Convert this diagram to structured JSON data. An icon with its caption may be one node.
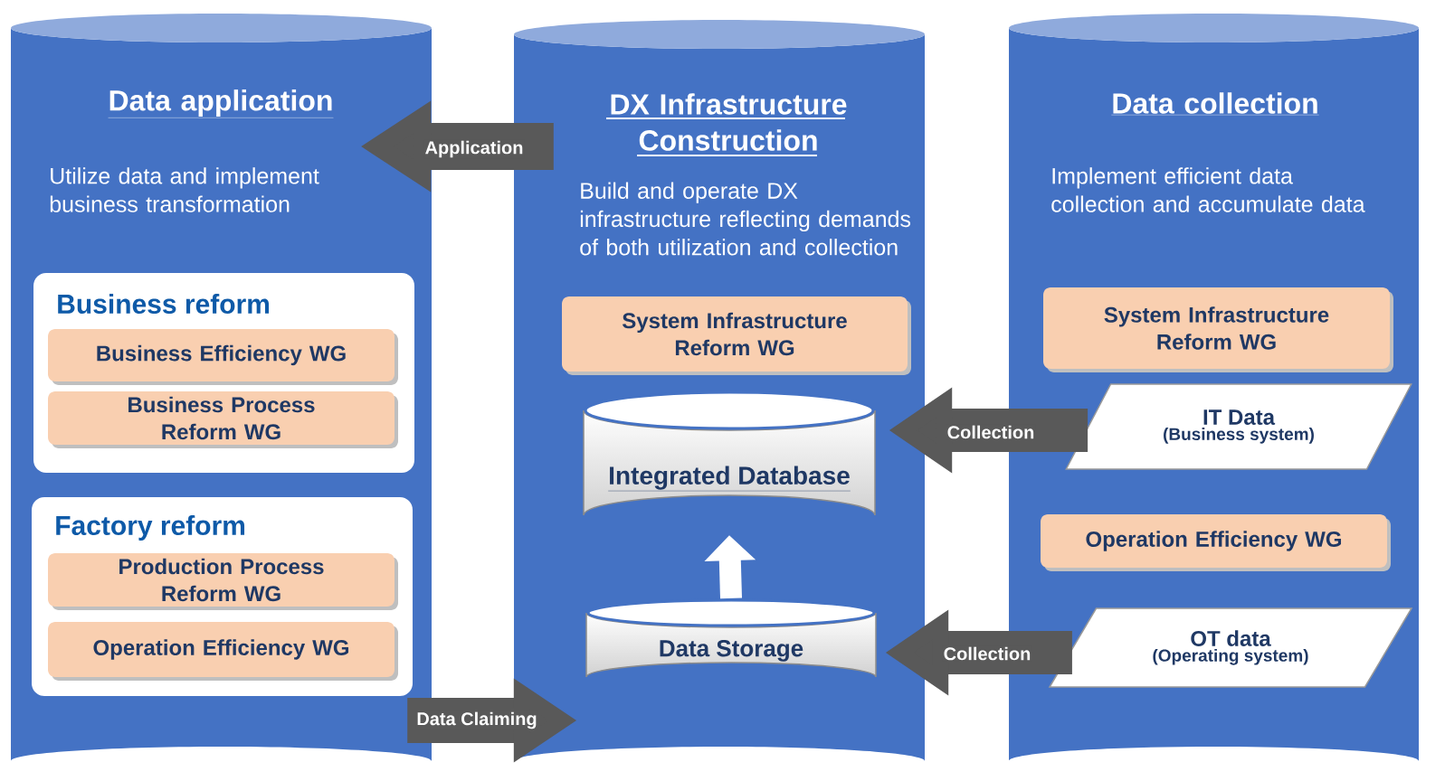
{
  "diagram": {
    "nodes": [
      {
        "text": [
          "Data application",
          "Utilize data and implement business transformation"
        ]
      },
      {
        "text": [
          "Business reform"
        ],
        "in": 0
      },
      {
        "text": [
          "Business Efficiency WG"
        ],
        "in": 1
      },
      {
        "text": [
          "Business Process Reform WG"
        ],
        "in": 1
      },
      {
        "text": [
          "Factory reform"
        ],
        "in": 0
      },
      {
        "text": [
          "Production Process Reform WG"
        ],
        "in": 4
      },
      {
        "text": [
          "Operation Efficiency WG"
        ],
        "in": 4
      },
      {
        "text": [
          "DX Infrastructure Construction",
          "Build and operate DX infrastructure reflecting demands of both utilization and collection"
        ]
      },
      {
        "text": [
          "System Infrastructure Reform WG"
        ],
        "in": 7
      },
      {
        "text": [
          "Integrated Database"
        ],
        "in": 7
      },
      {
        "text": [
          "Data Storage"
        ],
        "in": 7
      },
      {
        "text": [
          "Data collection",
          "Implement efficient data collection and accumulate data"
        ]
      },
      {
        "text": [
          "System Infrastructure Reform WG"
        ],
        "in": 11
      },
      {
        "text": [
          "IT Data",
          "(Business system)"
        ],
        "in": 11
      },
      {
        "text": [
          "Operation Efficiency WG"
        ],
        "in": 11
      },
      {
        "text": [
          "OT data",
          "(Operating system)"
        ],
        "in": 11
      }
    ],
    "edges": [
      {
        "from": 7,
        "to": 0,
        "arrow": "to",
        "label": "Application"
      },
      {
        "from": 13,
        "to": 9,
        "arrow": "to",
        "label": "Collection"
      },
      {
        "from": 15,
        "to": 10,
        "arrow": "to",
        "label": "Collection"
      },
      {
        "from": 0,
        "to": 7,
        "arrow": "to",
        "label": "Data Claiming"
      },
      {
        "from": 10,
        "to": 9,
        "arrow": "to",
        "color": "#ffffff"
      }
    ]
  }
}
